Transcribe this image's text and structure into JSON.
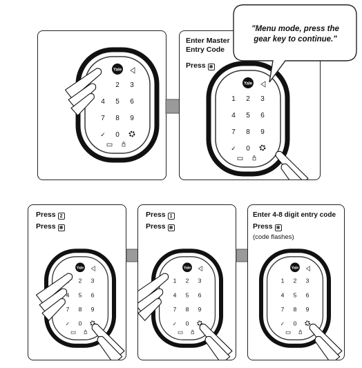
{
  "keypad": {
    "brand": "Yale",
    "rows": [
      [
        "1",
        "2",
        "3"
      ],
      [
        "4",
        "5",
        "6"
      ],
      [
        "7",
        "8",
        "9"
      ]
    ],
    "check": "✓",
    "zero": "0",
    "gear_icon": "gear-icon",
    "bell_icon": "bell-icon",
    "check_icon": "check-icon"
  },
  "panel2": {
    "line1": "Enter Master",
    "line2": "Entry Code",
    "press": "Press"
  },
  "bubble": {
    "line1": "\"Menu mode, press the",
    "line2": "gear key to continue.\""
  },
  "panel3": {
    "press1": "Press",
    "key1": "2",
    "press2": "Press"
  },
  "panel4": {
    "press1": "Press",
    "key1": "1",
    "press2": "Press"
  },
  "panel5": {
    "title": "Enter 4-8 digit entry code",
    "press": "Press",
    "note": "(code flashes)"
  }
}
